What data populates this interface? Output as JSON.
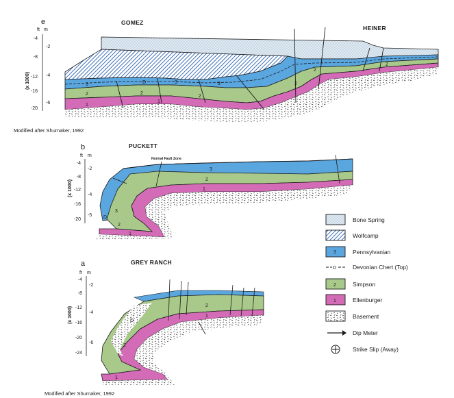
{
  "panels": [
    {
      "letter": "e",
      "title_left": "GOMEZ",
      "title_right": "HEINER",
      "ylabel": "(x 1000)",
      "unit_ft": "ft",
      "unit_m": "m",
      "ft_ticks": [
        "-4",
        "-8",
        "-12",
        "-16",
        "-20"
      ],
      "m_ticks": [
        "-2",
        "-4",
        "-6"
      ],
      "credit": "Modified after Shumaker, 1992"
    },
    {
      "letter": "b",
      "title": "PUCKETT",
      "ylabel": "(x 1000)",
      "unit_ft": "ft",
      "unit_m": "m",
      "ft_ticks": [
        "-4",
        "-8",
        "-12",
        "-16",
        "-20"
      ],
      "m_ticks": [
        "-2",
        "-4",
        "-5"
      ],
      "annotation": "Normal Fault Zone"
    },
    {
      "letter": "a",
      "title": "GREY RANCH",
      "ylabel": "(x 1000)",
      "unit_ft": "ft",
      "unit_m": "m",
      "ft_ticks": [
        "-4",
        "-8",
        "-12",
        "-16",
        "-20",
        "-24"
      ],
      "m_ticks": [
        "-2",
        "-4",
        "-6"
      ],
      "credit": "Modified after Shumaker, 1992"
    }
  ],
  "unit_numbers": {
    "pennsylvanian": "3",
    "simpson": "2",
    "ellenburger": "1",
    "chert_marker": "D"
  },
  "legend": [
    {
      "label": "Bone Spring",
      "swatch": "dotted",
      "color": "#dfeaf3"
    },
    {
      "label": "Wolfcamp",
      "swatch": "hatched",
      "color": "#3d6fb8"
    },
    {
      "label": "Pennsylvanian",
      "swatch": "fill",
      "number": "3",
      "color": "#5aa6df"
    },
    {
      "label": "Devonian Chert (Top)",
      "swatch": "dash-line",
      "marker": "D"
    },
    {
      "label": "Simpson",
      "swatch": "fill",
      "number": "2",
      "color": "#a9c98a"
    },
    {
      "label": "Ellenburger",
      "swatch": "fill",
      "number": "1",
      "color": "#d36bb6"
    },
    {
      "label": "Basement",
      "swatch": "basement"
    },
    {
      "label": "Dip Meter",
      "swatch": "arrow"
    },
    {
      "label": "Strike Slip (Away)",
      "swatch": "circle-plus"
    }
  ],
  "colors": {
    "bone_spring": "#dfeaf3",
    "wolfcamp": "#3d6fb8",
    "pennsylvanian": "#5aa6df",
    "simpson": "#a9c98a",
    "ellenburger": "#d36bb6",
    "line": "#1a1a1a"
  }
}
